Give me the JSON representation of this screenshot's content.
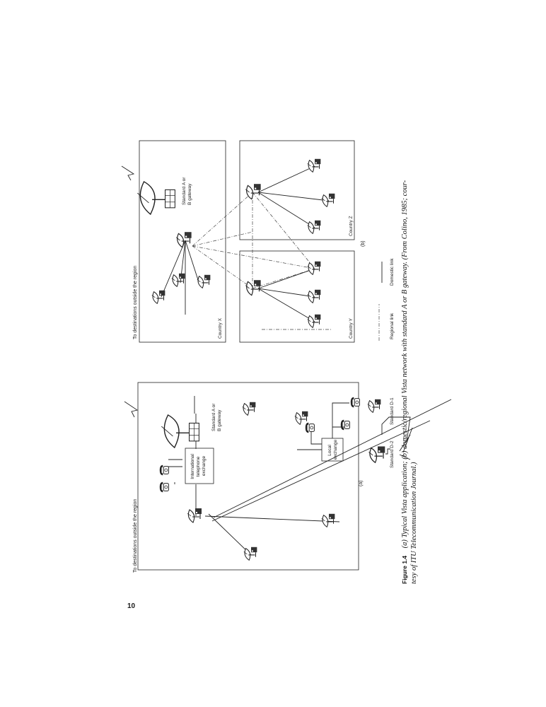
{
  "page_number": "10",
  "panel_a": {
    "destinations": "To destinations outside the region",
    "gateway_lines": [
      "Standard A or",
      "B gateway"
    ],
    "intl_exchange_lines": [
      "International",
      "telephone",
      "exchange"
    ],
    "local_exchange_lines": [
      "Local",
      "exchange"
    ],
    "tag": "(a)",
    "standard_d2": "Standard D-2",
    "standard_d1": "Standard D-1"
  },
  "panel_b": {
    "destinations": "To destinations outside the region",
    "gateway_lines": [
      "Standard A or",
      "B gateway"
    ],
    "country_x": "Country X",
    "country_y": "Country Y",
    "country_z": "Country Z",
    "tag": "(b)",
    "regional_link": "Regional link",
    "domestic_link": "Domestic link"
  },
  "caption": {
    "label": "Figure 1.4",
    "line1": "(a) Typical Vista application; (b) domestic/regional Vista network with standard A or B gateway. (From Colino, 1985; cour-",
    "line2": "tesy of ITU Telecommunication Journal.)"
  },
  "icons": {
    "dish": "satellite-dish-icon",
    "telephone": "telephone-icon",
    "lightning": "lightning-link-icon"
  }
}
